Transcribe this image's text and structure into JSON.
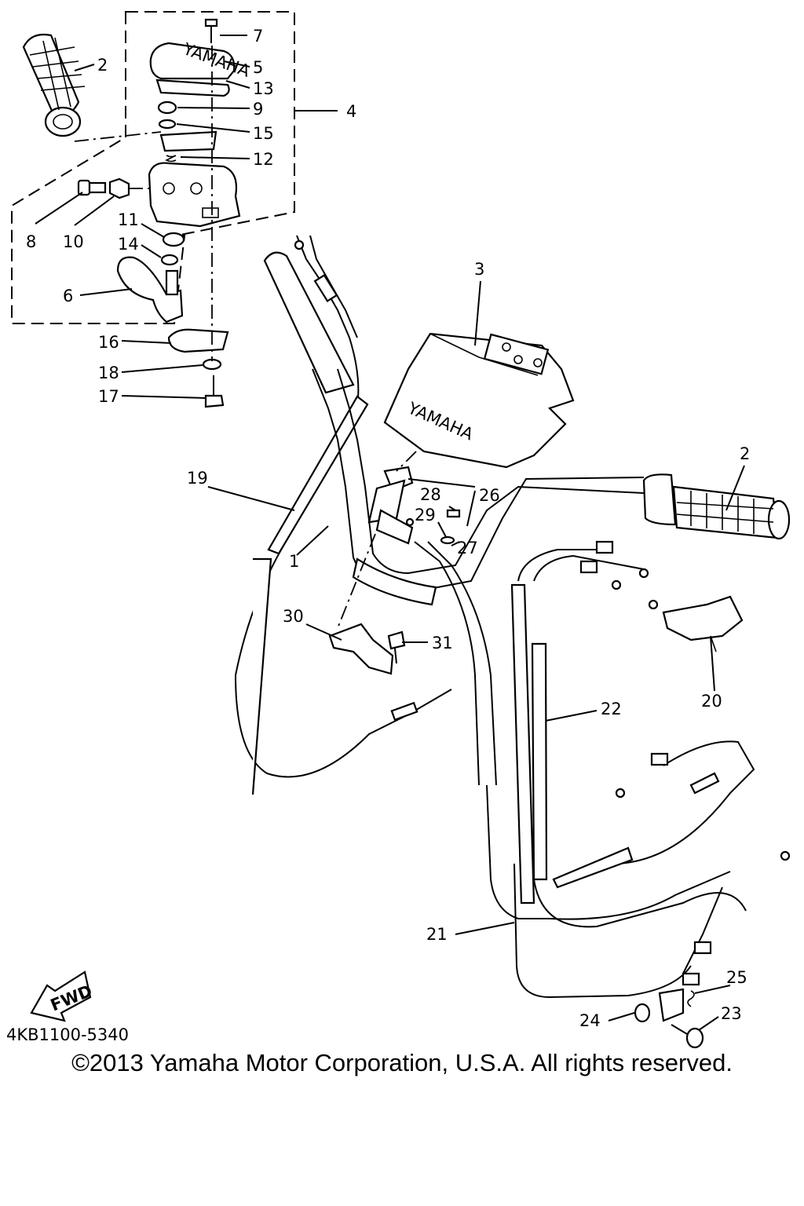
{
  "diagram": {
    "drawing_number": "4KB1100-5340",
    "fwd_label": "FWD",
    "brand_text": "YAMAHA",
    "copyright": "©2013 Yamaha Motor Corporation, U.S.A. All rights reserved.",
    "callouts": {
      "p1": "1",
      "p2a": "2",
      "p2b": "2",
      "p3": "3",
      "p4": "4",
      "p5": "5",
      "p6": "6",
      "p7": "7",
      "p8": "8",
      "p9": "9",
      "p10": "10",
      "p11": "11",
      "p12": "12",
      "p13": "13",
      "p14": "14",
      "p15": "15",
      "p16": "16",
      "p17": "17",
      "p18": "18",
      "p19": "19",
      "p20": "20",
      "p21": "21",
      "p22": "22",
      "p23": "23",
      "p24": "24",
      "p25": "25",
      "p26": "26",
      "p27": "27",
      "p28": "28",
      "p29": "29",
      "p30": "30",
      "p31": "31"
    }
  }
}
